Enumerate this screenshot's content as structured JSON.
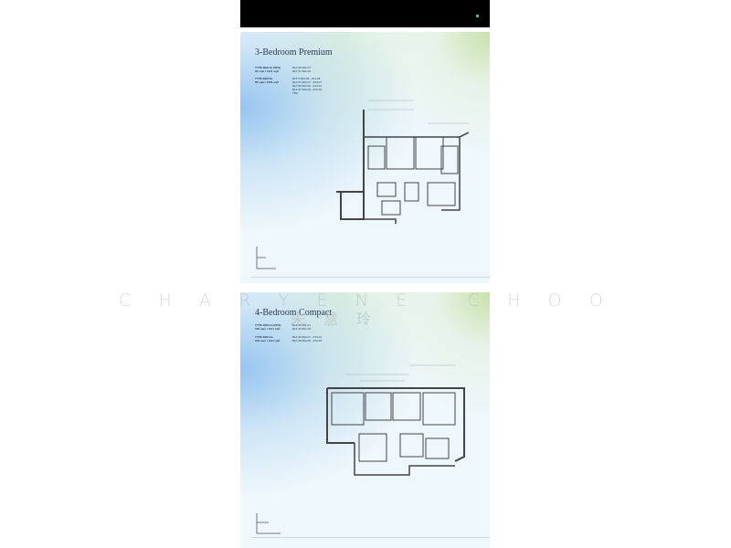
{
  "viewer": {
    "status_color": "#2ecc71"
  },
  "pages": [
    {
      "title": "3-Bedroom Premium",
      "types": [
        {
          "name": "TYPE 3BR-Sc (PES)",
          "area": "93 sqm / 1001 sqft",
          "units": [
            "BLK 99 #01-07",
            "BLK 97 #01-06"
          ]
        },
        {
          "name": "TYPE 3BR-Sc",
          "area": "93 sqm / 1001 sqft",
          "units": [
            "BLK 9 #02-06 - #13-06",
            "BLK 97 #02-07 - #13-07",
            "BLK 99 #02-02 - #12-02",
            "BLK 97 #02-06 - #13-06",
            "TBC"
          ]
        }
      ]
    },
    {
      "title": "4-Bedroom Compact",
      "types": [
        {
          "name": "TYPE 4BR-Ca (PES)",
          "area": "106 sqm / 1141 sqft",
          "units": [
            "BLK 99 #01-01",
            "BLK 99 #01-05"
          ]
        },
        {
          "name": "TYPE 4BR-Ca",
          "area": "106 sqm / 1141 sqft",
          "units": [
            "BLK 99 #02-01 - #13-01",
            "BLK 99 #02-05 - #13-05"
          ]
        }
      ]
    }
  ],
  "watermark": {
    "latin": [
      "C",
      "H",
      "A",
      "R",
      "Y",
      "E",
      "N",
      "E",
      "",
      "C",
      "H",
      "O",
      "O"
    ],
    "chinese": "朱慧玲"
  }
}
